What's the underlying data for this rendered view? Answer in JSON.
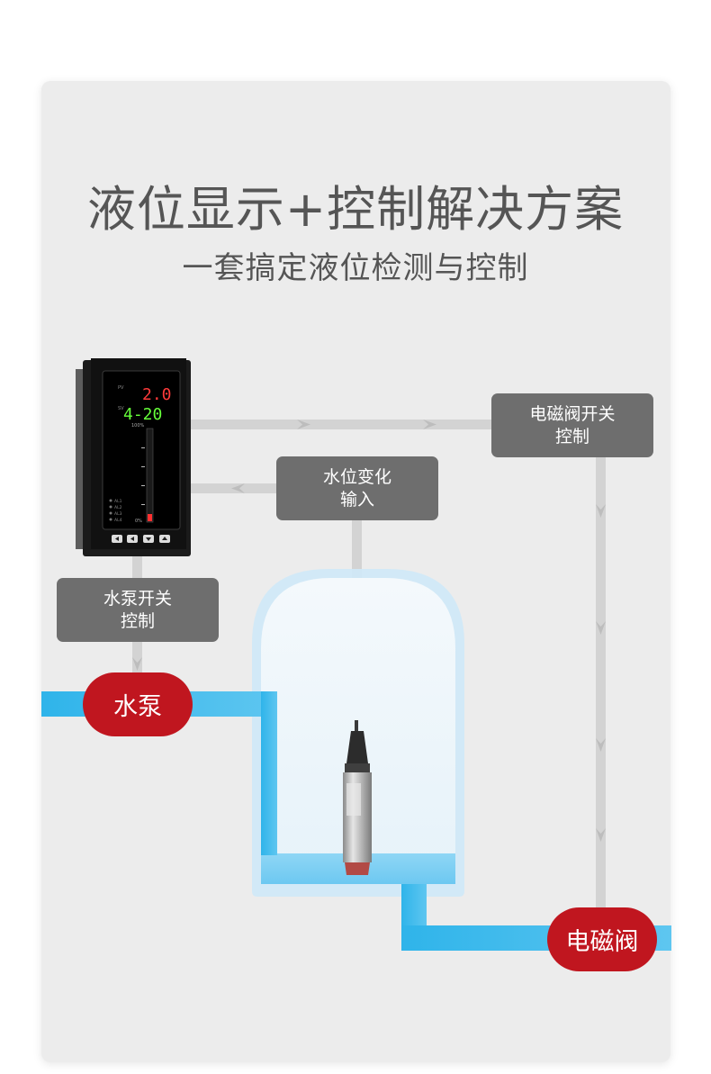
{
  "header": {
    "title": "液位显示+控制解决方案",
    "subtitle": "一套搞定液位检测与控制"
  },
  "labels": {
    "valve_switch_control": [
      "电磁阀开关",
      "控制"
    ],
    "level_change_input": [
      "水位变化",
      "输入"
    ],
    "pump_switch_control": [
      "水泵开关",
      "控制"
    ]
  },
  "components": {
    "pump": "水泵",
    "solenoid_valve": "电磁阀"
  },
  "controller_display": {
    "pv_value": "2.0",
    "sv_value": "4-20",
    "pv_tag": "PV",
    "sv_tag": "SV",
    "bar_top": "100%",
    "bar_bottom": "0%",
    "alarms": [
      "AL1",
      "AL2",
      "AL3",
      "AL4"
    ]
  },
  "colors": {
    "card_bg": "#ececec",
    "label_bg": "#6e6e6e",
    "pill_red": "#c0161f",
    "water_blue": "#3cb8ea",
    "signal_line": "#d2d2d2"
  }
}
